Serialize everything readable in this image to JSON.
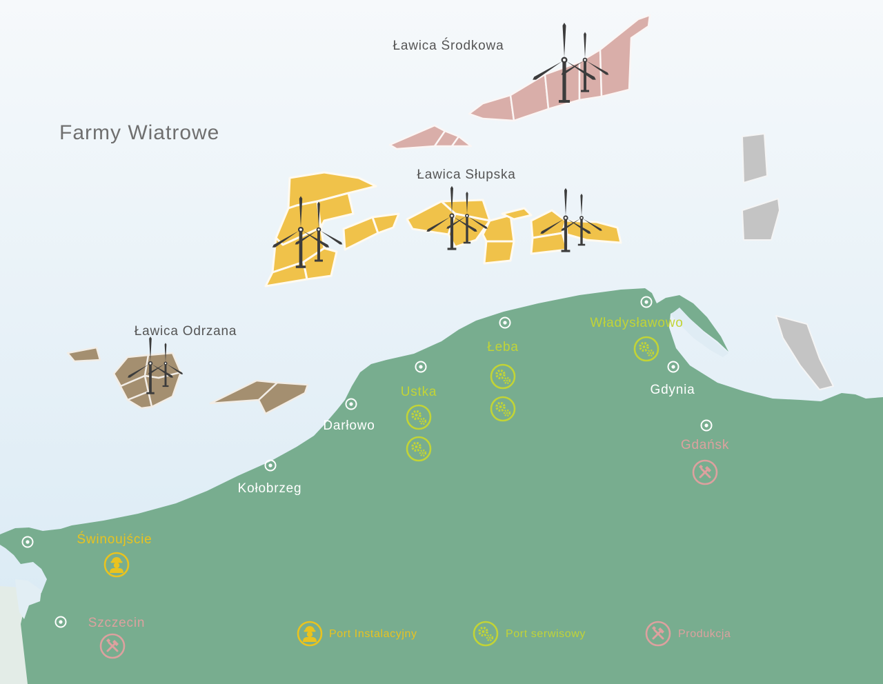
{
  "title": "Farmy Wiatrowe",
  "colors": {
    "sea_top": "#f6f9fb",
    "sea_bottom": "#d8e9f4",
    "land": "#78ad8f",
    "farm_srodkowa": "#d9aea9",
    "farm_slupska": "#f0c24a",
    "farm_odrzana": "#a48f70",
    "farm_other": "#c4c4c4",
    "turbine": "#3c3c3c",
    "port_install": "#e9c31f",
    "port_service": "#c2d436",
    "production": "#dda19f",
    "city": "#ffffff",
    "label_dark": "#555555",
    "title_text": "#6f6f6f"
  },
  "farm_areas": [
    {
      "name": "Ławica Środkowa",
      "turbines": 2
    },
    {
      "name": "Ławica Słupska",
      "turbines": 6
    },
    {
      "name": "Ławica Odrzana",
      "turbines": 2
    }
  ],
  "cities": [
    {
      "name": "Kołobrzeg",
      "role": "city"
    },
    {
      "name": "Darłowo",
      "role": "city"
    },
    {
      "name": "Ustka",
      "role": "service"
    },
    {
      "name": "Łeba",
      "role": "service"
    },
    {
      "name": "Władysławowo",
      "role": "service"
    },
    {
      "name": "Gdynia",
      "role": "city"
    },
    {
      "name": "Gdańsk",
      "role": "production"
    },
    {
      "name": "Świnoujście",
      "role": "install"
    },
    {
      "name": "Szczecin",
      "role": "production"
    }
  ],
  "legend": [
    {
      "label": "Port Instalacyjny",
      "icon": "worker-icon",
      "color": "#e9c31f"
    },
    {
      "label": "Port serwisowy",
      "icon": "gears-icon",
      "color": "#c2d436"
    },
    {
      "label": "Produkcja",
      "icon": "tools-icon",
      "color": "#dda19f"
    }
  ]
}
